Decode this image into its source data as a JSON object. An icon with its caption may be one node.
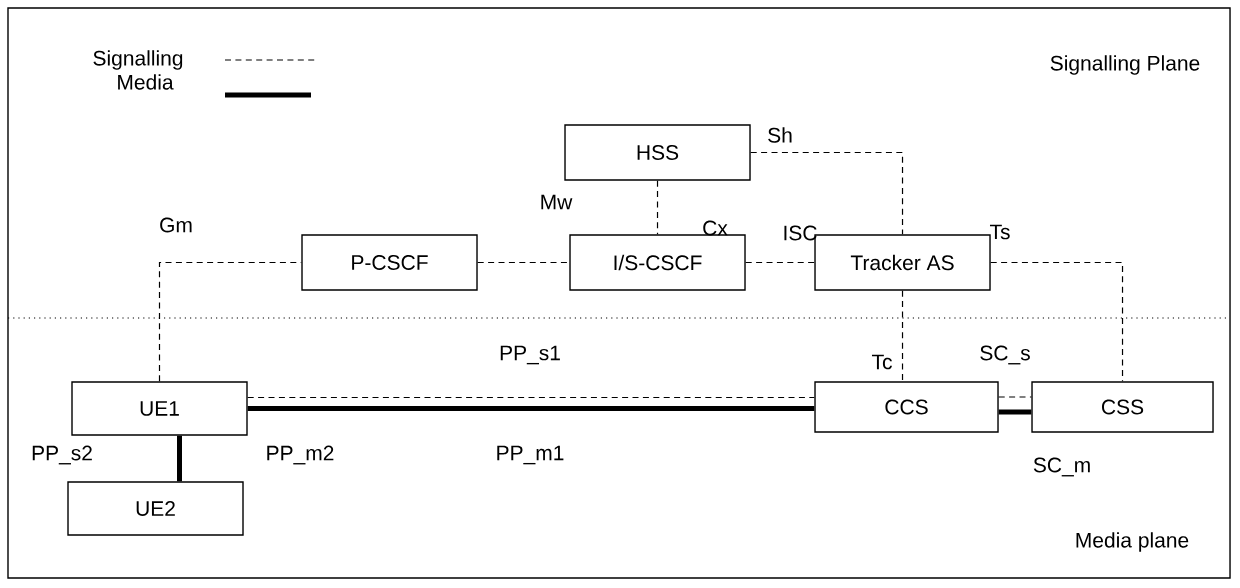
{
  "diagram": {
    "nodes": [
      {
        "text": [
          "HSS"
        ]
      },
      {
        "text": [
          "P-CSCF"
        ]
      },
      {
        "text": [
          "I/S-CSCF"
        ]
      },
      {
        "text": [
          "Tracker AS"
        ]
      },
      {
        "text": [
          "UE1"
        ]
      },
      {
        "text": [
          "UE2"
        ]
      },
      {
        "text": [
          "CCS"
        ]
      },
      {
        "text": [
          "CSS"
        ]
      }
    ],
    "edges": [
      {
        "from": 4,
        "to": 1,
        "arrow": "none",
        "style": "dashed",
        "label": "Gm"
      },
      {
        "from": 1,
        "to": 2,
        "arrow": "none",
        "style": "dashed",
        "label": "Mw"
      },
      {
        "from": 0,
        "to": 2,
        "arrow": "none",
        "style": "dashed",
        "label": "Cx"
      },
      {
        "from": 2,
        "to": 3,
        "arrow": "none",
        "style": "dashed",
        "label": "ISC"
      },
      {
        "from": 0,
        "to": 3,
        "arrow": "none",
        "style": "dashed",
        "label": "Sh"
      },
      {
        "from": 3,
        "to": 7,
        "arrow": "none",
        "style": "dashed",
        "label": "Ts"
      },
      {
        "from": 3,
        "to": 6,
        "arrow": "none",
        "style": "dashed",
        "label": "Tc"
      },
      {
        "from": 4,
        "to": 6,
        "arrow": "none",
        "style": "dashed",
        "label": "PP_s1"
      },
      {
        "from": 4,
        "to": 6,
        "arrow": "none",
        "style": "thick",
        "label": "PP_m1"
      },
      {
        "from": 4,
        "to": 5,
        "arrow": "none",
        "style": "thick",
        "label": "PP_m2"
      },
      {
        "from": 6,
        "to": 7,
        "arrow": "none",
        "style": "dashed",
        "label": "SC_s"
      },
      {
        "from": 6,
        "to": 7,
        "arrow": "none",
        "style": "thick",
        "label": "SC_m"
      }
    ],
    "labels": [
      "Signalling Plane",
      "PP_s2",
      "Media plane"
    ],
    "legend": [
      {
        "text": "Signalling"
      },
      {
        "text": "Media"
      }
    ]
  }
}
